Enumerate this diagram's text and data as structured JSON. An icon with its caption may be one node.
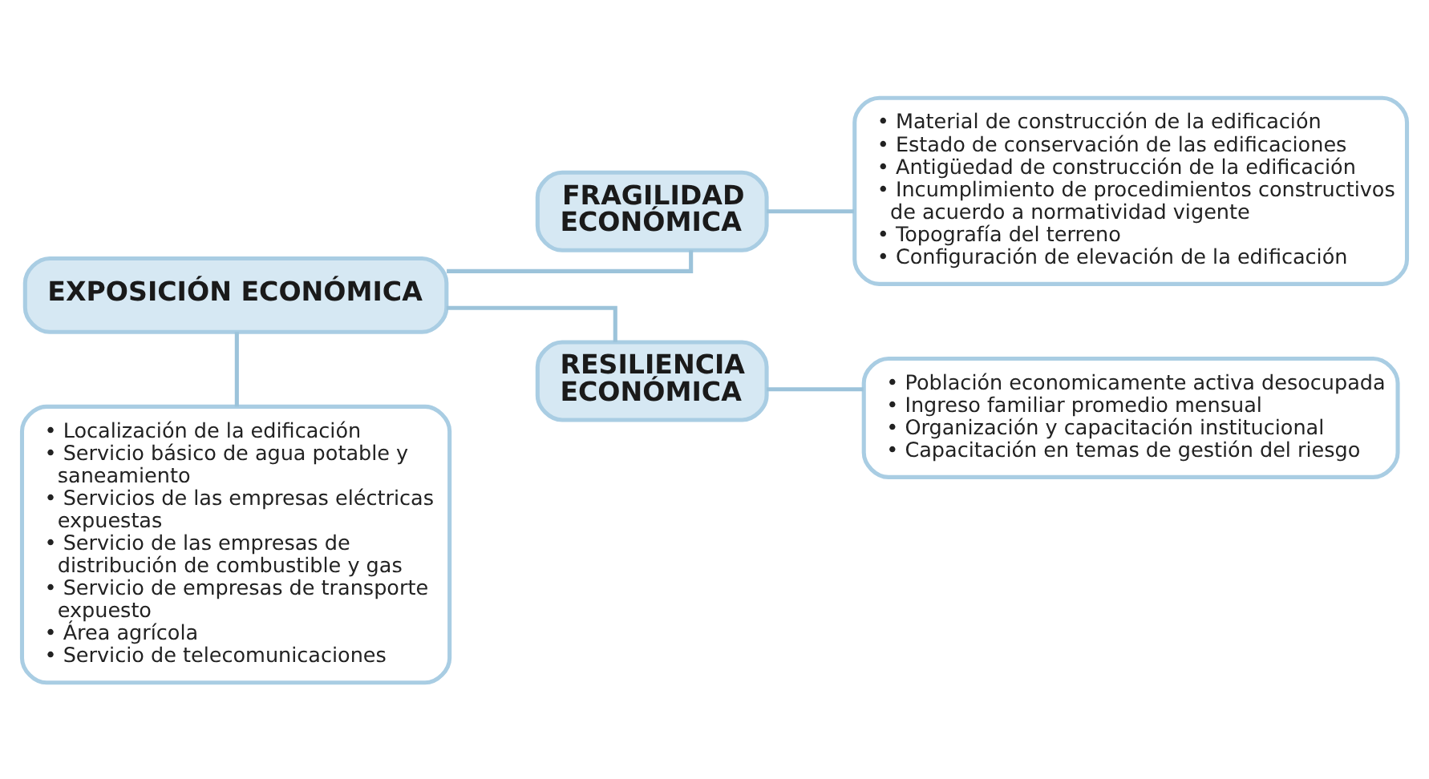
{
  "diagram": {
    "nodes": [
      {
        "text": [
          "EXPOSICIÓN ECONÓMICA"
        ]
      },
      {
        "text": [
          "• Localización de la edificación",
          "• Servicio básico de agua potable y saneamiento",
          "• Servicios de las empresas eléctricas expuestas",
          "• Servicio de las empresas de distribución de combustible y gas",
          "• Servicio de empresas de transporte expuesto",
          "• Área agrícola",
          "• Servicio de telecomunicaciones"
        ]
      },
      {
        "text": [
          "FRAGILIDAD ECONÓMICA"
        ]
      },
      {
        "text": [
          "• Material de construcción de la edificación",
          "• Estado de conservación de las edificaciones",
          "• Antigüedad de construcción de la edificación",
          "• Incumplimiento de procedimientos constructivos de acuerdo a normatividad vigente",
          "• Topografía del terreno",
          "• Configuración de elevación de la edificación"
        ]
      },
      {
        "text": [
          "RESILIENCIA ECONÓMICA"
        ]
      },
      {
        "text": [
          "• Población economicamente activa desocupada",
          "• Ingreso familiar promedio mensual",
          "• Organización y capacitación institucional",
          "• Capacitación en temas de gestión del riesgo"
        ]
      }
    ],
    "edges": [
      {
        "from": 0,
        "to": 1,
        "arrow": "none"
      },
      {
        "from": 0,
        "to": 2,
        "arrow": "none"
      },
      {
        "from": 0,
        "to": 4,
        "arrow": "none"
      },
      {
        "from": 2,
        "to": 3,
        "arrow": "none"
      },
      {
        "from": 4,
        "to": 5,
        "arrow": "none"
      }
    ]
  }
}
